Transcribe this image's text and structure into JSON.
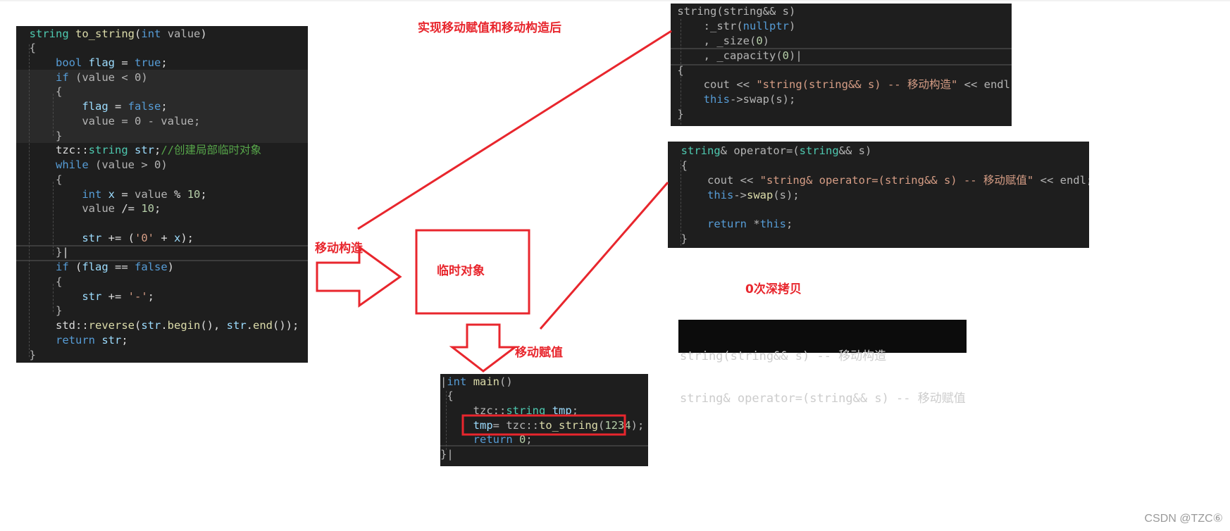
{
  "labels": {
    "top_title": "实现移动赋值和移动构造后",
    "move_construct": "移动构造",
    "temp_object": "临时对象",
    "move_assign": "移动赋值",
    "zero_deep_copy": "0次深拷贝"
  },
  "console_output": [
    "string(string&& s) -- 移动构造",
    "string& operator=(string&& s) -- 移动赋值"
  ],
  "watermark": "CSDN @TZC⑥",
  "code": {
    "to_string": [
      "string to_string(int value)",
      "{",
      "bool flag = true;",
      "if (value < 0)",
      "{",
      "flag = false;",
      "value = 0 - value;",
      "}",
      "tzc::string str;//创建局部临时对象",
      "while (value > 0)",
      "{",
      "int x = value % 10;",
      "value /= 10;",
      "",
      "str += ('0' + x);",
      "}",
      "if (flag == false)",
      "{",
      "str += '-';",
      "}",
      "std::reverse(str.begin(), str.end());",
      "return str;",
      "}"
    ],
    "move_ctor": [
      "string(string&& s)",
      ":_str(nullptr)",
      ", _size(0)",
      ", _capacity(0)",
      "{",
      "cout << \"string(string&& s) -- 移动构造\" << endl;",
      "this->swap(s);",
      "}"
    ],
    "move_assign": [
      "string& operator=(string&& s)",
      "{",
      "cout << \"string& operator=(string&& s) -- 移动赋值\" << endl;",
      "this->swap(s);",
      "",
      "return *this;",
      "}"
    ],
    "main": [
      "int main()",
      "{",
      "tzc::string tmp;",
      "tmp= tzc::to_string(1234);",
      "return 0;",
      "}"
    ]
  },
  "colors": {
    "annotation_red": "#e8262d",
    "editor_bg": "#1e1e1e",
    "console_bg": "#0c0c0c",
    "keyword": "#569cd6",
    "type": "#4ec9b0",
    "function": "#dcdcaa",
    "string": "#d69d85",
    "number": "#b5cea8",
    "comment": "#57a64a"
  }
}
